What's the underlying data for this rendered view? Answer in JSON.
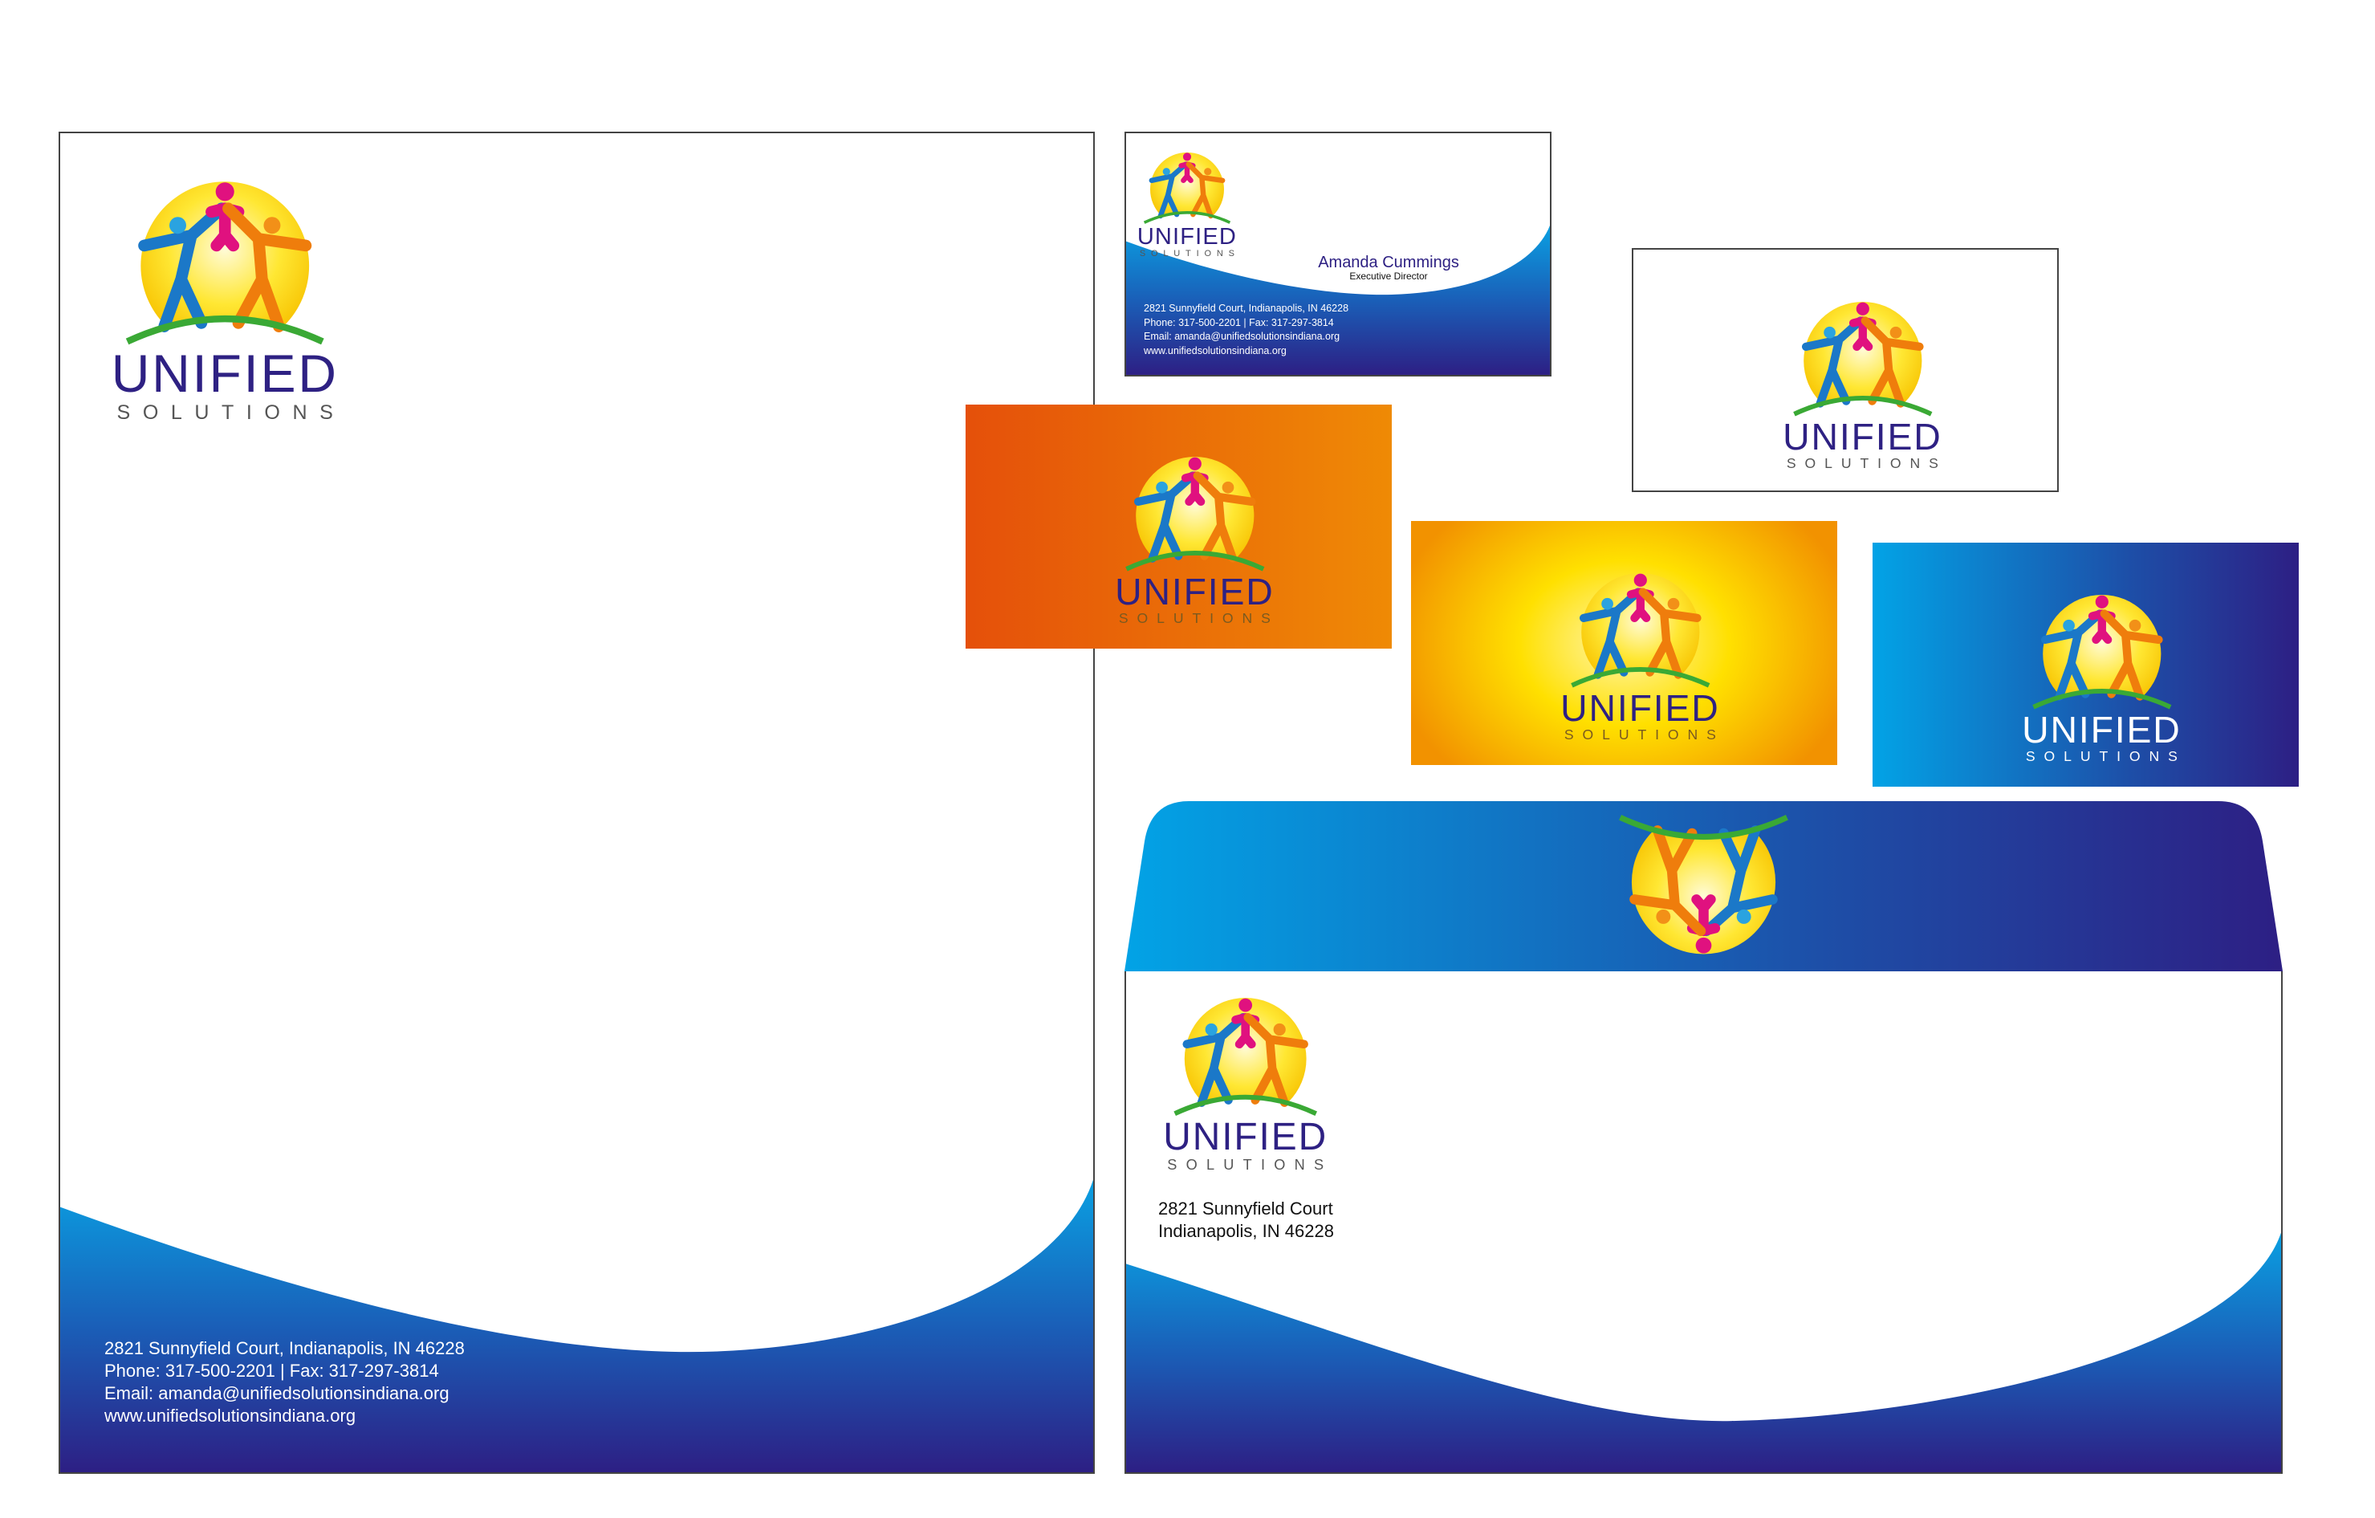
{
  "brand": {
    "name": "UNIFIED",
    "tagline": "SOLUTIONS"
  },
  "contact": {
    "address_line": "2821 Sunnyfield Court, Indianapolis, IN 46228",
    "phone_fax": "Phone: 317-500-2201 | Fax: 317-297-3814",
    "email": "Email: amanda@unifiedsolutionsindiana.org",
    "website": "www.unifiedsolutionsindiana.org"
  },
  "business_card": {
    "name": "Amanda Cummings",
    "title": "Executive Director"
  },
  "envelope": {
    "street": "2821 Sunnyfield Court",
    "city": "Indianapolis, IN 46228"
  },
  "colors": {
    "navy": "#2e2183",
    "blue": "#0e9ade",
    "orange": "#e5500a",
    "yellow": "#ffe000",
    "green": "#3aa935"
  }
}
